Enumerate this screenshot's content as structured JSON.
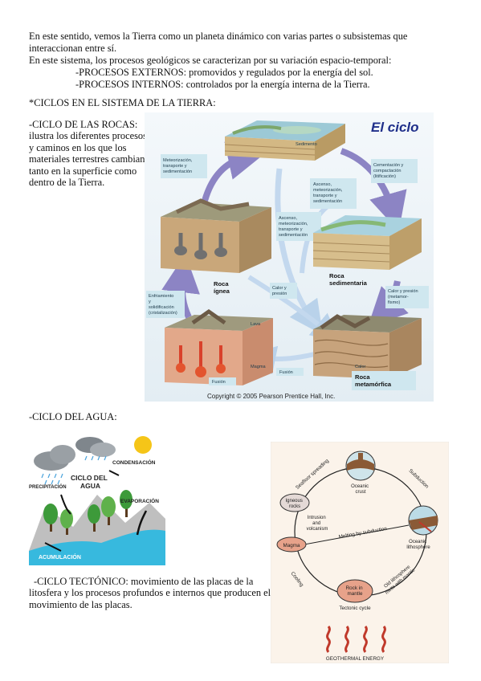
{
  "intro": {
    "line1": "En este sentido, vemos la Tierra como un planeta dinámico con varias partes o subsistemas que",
    "line2": "interaccionan entre sí.",
    "line3": "En este sistema, los procesos geológicos se caracterizan por su variación espacio-temporal:",
    "line4": "-PROCESOS EXTERNOS: promovidos y regulados por la energía del sol.",
    "line5": "-PROCESOS INTERNOS: controlados por la energía interna de la Tierra."
  },
  "ciclos_heading": "*CICLOS EN EL SISTEMA DE LA TIERRA:",
  "rocas": {
    "line1": "-CICLO DE LAS ROCAS:",
    "line2": "ilustra los diferentes procesos",
    "line3": "y caminos en los que los",
    "line4": "materiales terrestres cambian",
    "line5": "tanto en la superficie como",
    "line6": "dentro de la Tierra."
  },
  "rock_cycle_figure": {
    "title": "El ciclo",
    "copyright": "Copyright © 2005 Pearson Prentice Hall, Inc.",
    "sedimento": "Sedimento",
    "meteorizacion": [
      "Meteorización,",
      "transporte y",
      "sedimentación"
    ],
    "cementacion": [
      "Cementación y",
      "compactación",
      "(litificación)"
    ],
    "ascenso1": [
      "Ascenso,",
      "meteorización,",
      "transporte y",
      "sedimentación"
    ],
    "ascenso2": [
      "Ascenso,",
      "meteorización,",
      "transporte y",
      "sedimentación"
    ],
    "roca_ignea": [
      "Roca",
      "ígnea"
    ],
    "roca_sedimentaria": [
      "Roca",
      "sedimentaria"
    ],
    "calor_presion_center": [
      "Calor y",
      "presión"
    ],
    "calor_presion_right": [
      "Calor y presión",
      "(metamor-",
      "fismo)"
    ],
    "enfriamiento": [
      "Enfriamiento",
      "y",
      "solidificación",
      "(cristalización)"
    ],
    "lava": "Lava",
    "magma": "Magma",
    "fusion_left": "Fusión",
    "fusion_right": "Fusión",
    "calor": "Calor",
    "roca_metamorfica": [
      "Roca",
      "metamórfica"
    ]
  },
  "agua_heading": "-CICLO DEL AGUA:",
  "water_figure": {
    "condensacion": "CONDENSACIÓN",
    "ciclo_del": "CICLO DEL",
    "agua": "AGUA",
    "precipitacion": "PRECIPITACIÓN",
    "evaporacion": "EVAPORACIÓN",
    "acumulacion": "ACUMULACIÓN"
  },
  "tectonico": {
    "line1": "-CICLO TECTÓNICO: movimiento de las placas de la",
    "line2": "litosfera y los procesos profundos e internos que producen el",
    "line3": "movimiento de las placas."
  },
  "tectonic_figure": {
    "seafloor_spreading": "Seafloor spreading",
    "oceanic_crust": [
      "Oceanic",
      "crust"
    ],
    "subduction": "Subduction",
    "igneous_rocks": [
      "Igneous",
      "rocks"
    ],
    "intrusion": [
      "Intrusion",
      "and",
      "volcanism"
    ],
    "melting": "Melting by subduction",
    "oceanic_lithosphere": [
      "Oceanic",
      "lithosphere"
    ],
    "magma": "Magma",
    "rock_in_mantle": [
      "Rock in",
      "mantle"
    ],
    "cooling": "Cooling",
    "lithosphere_melts": [
      "Old lithosphere",
      "melts with mantle"
    ],
    "tectonic_cycle": "Tectonic cycle",
    "geothermal": "GEOTHERMAL ENERGY"
  },
  "colors": {
    "arrow_purple": "#8c84c4",
    "label_box": "#cfe7ef",
    "title_blue": "#1f2f8a",
    "water_blue": "#37b9de",
    "tect_node": "#e7a28a"
  }
}
